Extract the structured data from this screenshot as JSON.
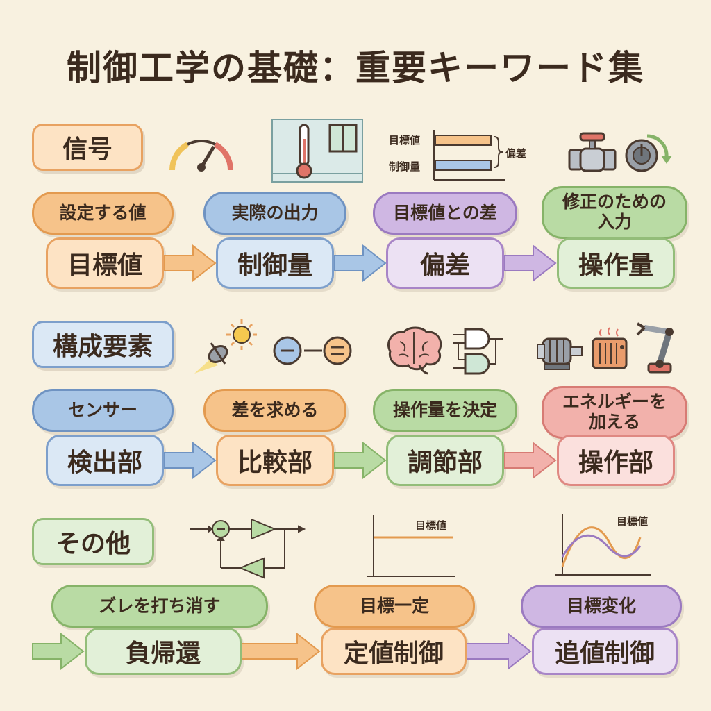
{
  "title": "制御工学の基礎：重要キーワード集",
  "sections": {
    "signal": {
      "label": "信号",
      "icon_labels": {
        "target": "目標値",
        "controlled": "制御量",
        "deviation": "偏差"
      },
      "items": [
        {
          "desc": "設定する値",
          "term": "目標値"
        },
        {
          "desc": "実際の出力",
          "term": "制御量"
        },
        {
          "desc": "目標値との差",
          "term": "偏差"
        },
        {
          "desc": "修正のための入力",
          "term": "操作量"
        }
      ]
    },
    "elements": {
      "label": "構成要素",
      "items": [
        {
          "desc": "センサー",
          "term": "検出部"
        },
        {
          "desc": "差を求める",
          "term": "比較部"
        },
        {
          "desc": "操作量を決定",
          "term": "調節部"
        },
        {
          "desc": "エネルギーを加える",
          "term": "操作部"
        }
      ]
    },
    "other": {
      "label": "その他",
      "icon_labels": {
        "graph1": "目標値",
        "graph2": "目標値"
      },
      "items": [
        {
          "desc": "ズレを打ち消す",
          "term": "負帰還"
        },
        {
          "desc": "目標一定",
          "term": "定値制御"
        },
        {
          "desc": "目標変化",
          "term": "追値制御"
        }
      ]
    }
  },
  "colors": {
    "orange": "#e8a261",
    "blue": "#7d9fcb",
    "purple": "#a885c7",
    "green": "#93bd79",
    "red": "#df8882",
    "background": "#f8f1e0"
  },
  "icons": [
    "gauge-icon",
    "thermometer-room-icon",
    "deviation-bar-icon",
    "valve-icon",
    "dial-icon",
    "sensor-sun-icon",
    "comparator-icon",
    "brain-icon",
    "logic-gate-icon",
    "motor-icon",
    "heater-icon",
    "robot-arm-icon",
    "feedback-loop-icon",
    "constant-graph-icon",
    "varying-graph-icon"
  ]
}
